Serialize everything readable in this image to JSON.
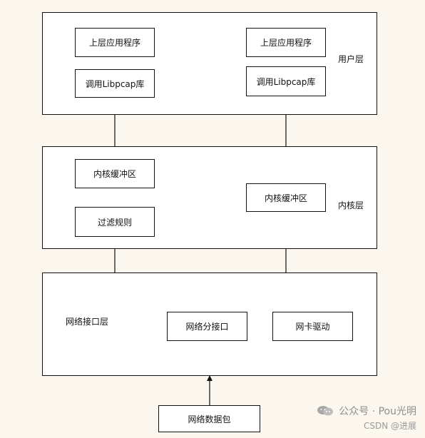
{
  "diagram": {
    "user_layer_label": "用户层",
    "kernel_layer_label": "内核层",
    "network_layer_label": "网络接口层",
    "left_app_label": "上层应用程序",
    "left_libpcap_label": "调用Libpcap库",
    "right_app_label": "上层应用程序",
    "right_libpcap_label": "调用Libpcap库",
    "left_buffer_label": "内核缓冲区",
    "filter_rule_label": "过滤规则",
    "right_buffer_label": "内核缓冲区",
    "network_interface_label": "网络分接口",
    "nic_driver_label": "网卡驱动",
    "network_packet_label": "网络数据包"
  },
  "watermark": {
    "main_text": "公众号 · Pou光明",
    "sub_text": "CSDN @进展",
    "icon": "wechat-icon"
  }
}
